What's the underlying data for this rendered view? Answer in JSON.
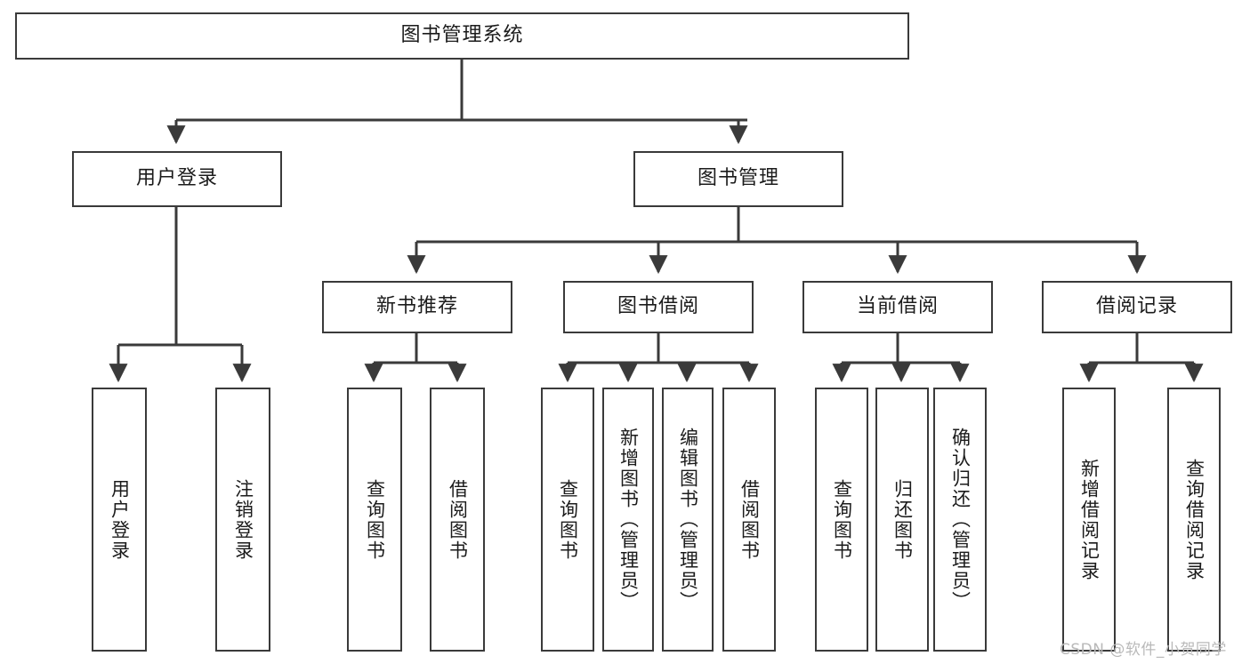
{
  "diagram": {
    "title": "图书管理系统",
    "watermark": "CSDN @软件_小贺同学",
    "line_color": "#3a3a3a",
    "text_color": "#1b1b1b",
    "background": "#ffffff",
    "root": {
      "label": "图书管理系统"
    },
    "level2": [
      {
        "label": "用户登录"
      },
      {
        "label": "图书管理"
      }
    ],
    "level3": [
      {
        "label": "新书推荐"
      },
      {
        "label": "图书借阅"
      },
      {
        "label": "当前借阅"
      },
      {
        "label": "借阅记录"
      }
    ],
    "leaves": [
      {
        "label": "用户登录"
      },
      {
        "label": "注销登录"
      },
      {
        "label": "查询图书"
      },
      {
        "label": "借阅图书"
      },
      {
        "label": "查询图书"
      },
      {
        "label": "新增图书（管理员）"
      },
      {
        "label": "编辑图书（管理员）"
      },
      {
        "label": "借阅图书"
      },
      {
        "label": "查询图书"
      },
      {
        "label": "归还图书"
      },
      {
        "label": "确认归还（管理员）"
      },
      {
        "label": "新增借阅记录"
      },
      {
        "label": "查询借阅记录"
      }
    ]
  }
}
